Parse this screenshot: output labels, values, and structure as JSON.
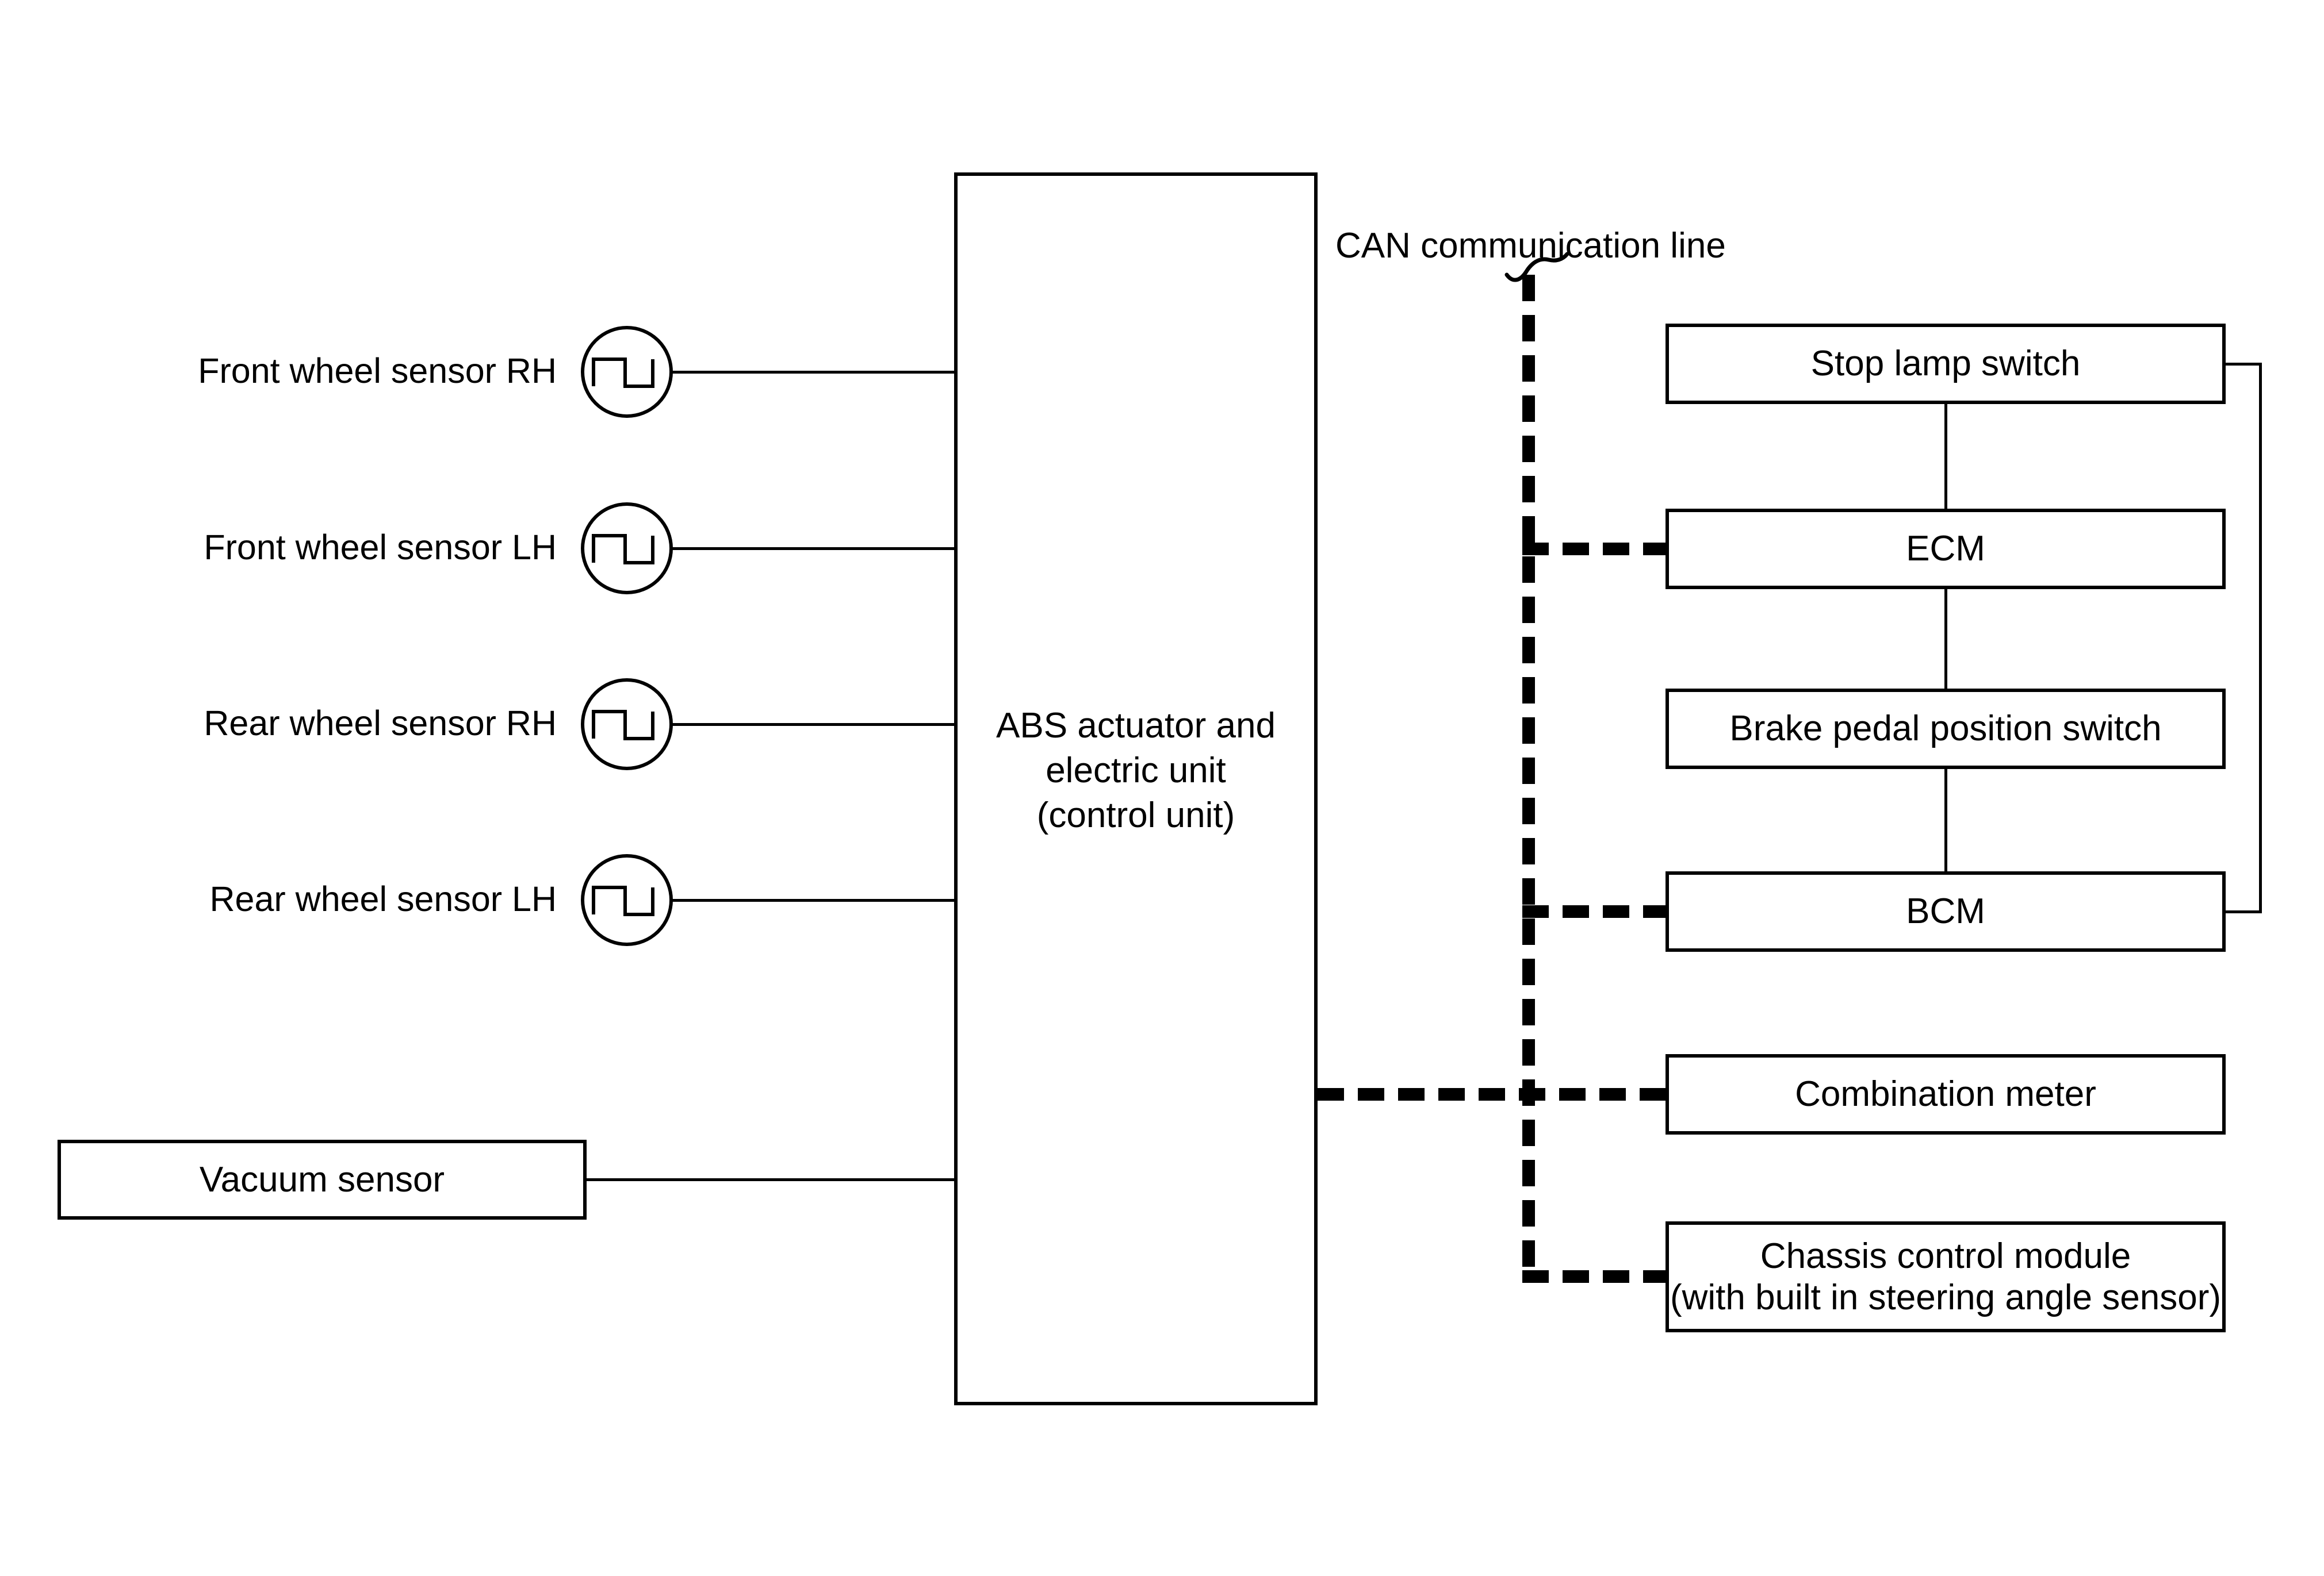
{
  "colors": {
    "line": "#000000",
    "background": "#ffffff"
  },
  "can_bus": {
    "label": "CAN communication line"
  },
  "wheel_sensors": [
    {
      "label": "Front wheel sensor RH"
    },
    {
      "label": "Front wheel sensor LH"
    },
    {
      "label": "Rear wheel sensor RH"
    },
    {
      "label": "Rear wheel sensor LH"
    }
  ],
  "vacuum_sensor": {
    "label": "Vacuum sensor"
  },
  "abs_unit": {
    "line1": "ABS actuator and",
    "line2": "electric unit",
    "line3": "(control unit)"
  },
  "modules": {
    "stop_lamp_switch": "Stop lamp switch",
    "ecm": "ECM",
    "brake_pedal_position_switch": "Brake pedal position switch",
    "bcm": "BCM",
    "combination_meter": "Combination meter",
    "chassis_control_module_line1": "Chassis control module",
    "chassis_control_module_line2": "(with built in steering angle sensor)"
  },
  "icons": {
    "wheel_sensor": "square-wave-pulse-in-circle",
    "can_line_break": "tilde-squiggle"
  }
}
